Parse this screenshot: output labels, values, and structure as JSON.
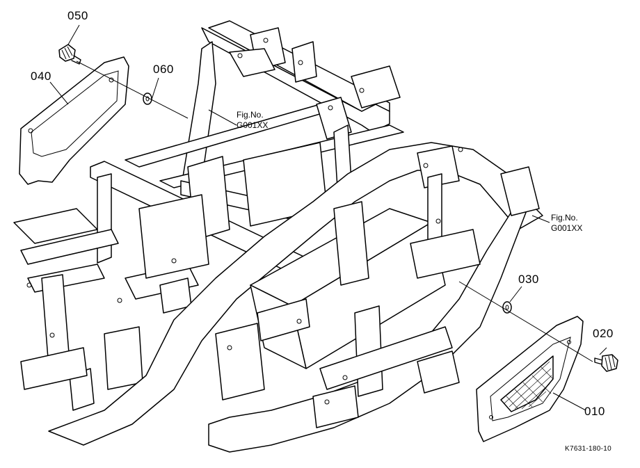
{
  "callouts": {
    "p050": "050",
    "p040": "040",
    "p060": "060",
    "p030": "030",
    "p020": "020",
    "p010": "010"
  },
  "references": {
    "upper": {
      "line1": "Fig.No.",
      "line2": "G001XX"
    },
    "right": {
      "line1": "Fig.No.",
      "line2": "G001XX"
    }
  },
  "drawing_code": "K7631-180-10"
}
